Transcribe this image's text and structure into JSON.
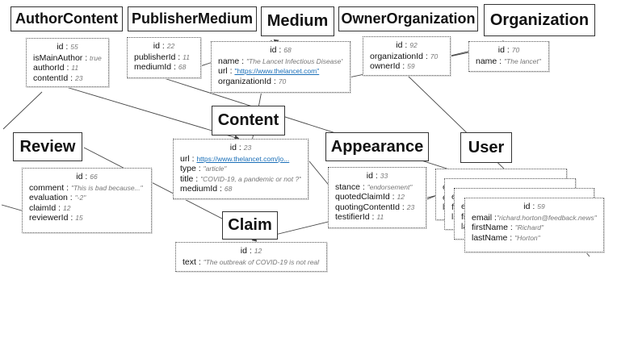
{
  "titles": {
    "author_content": "AuthorContent",
    "publisher_medium": "PublisherMedium",
    "medium": "Medium",
    "owner_organization": "OwnerOrganization",
    "organization": "Organization",
    "content": "Content",
    "review": "Review",
    "appearance": "Appearance",
    "user": "User",
    "claim": "Claim"
  },
  "author_content": {
    "id_key": "id",
    "id_val": "55",
    "is_main_author_key": "isMainAuthor",
    "is_main_author_val": "true",
    "author_id_key": "authorId",
    "author_id_val": "11",
    "content_id_key": "contentId",
    "content_id_val": "23"
  },
  "publisher_medium": {
    "id_key": "id",
    "id_val": "22",
    "publisher_id_key": "publisherId",
    "publisher_id_val": "11",
    "medium_id_key": "mediumId",
    "medium_id_val": "68"
  },
  "medium": {
    "id_key": "id",
    "id_val": "68",
    "name_key": "name",
    "name_val": "\"The Lancet Infectious Disease\"",
    "url_key": "url",
    "url_val": "\"https://www.thelancet.com\"",
    "organization_id_key": "organizationId",
    "organization_id_val": "70"
  },
  "owner_organization": {
    "id_key": "id",
    "id_val": "92",
    "organization_id_key": "organizationId",
    "organization_id_val": "70",
    "owner_id_key": "ownerId",
    "owner_id_val": "59"
  },
  "organization": {
    "id_key": "id",
    "id_val": "70",
    "name_key": "name",
    "name_val": "\"The lancet\""
  },
  "content": {
    "id_key": "id",
    "id_val": "23",
    "url_key": "url",
    "url_val": "https://www.thelancet.com/jo...",
    "type_key": "type",
    "type_val": "\"article\"",
    "title_key": "title",
    "title_val": "\"COVID-19, a pandemic or not ?\"",
    "medium_id_key": "mediumId",
    "medium_id_val": "68"
  },
  "review": {
    "id_key": "id",
    "id_val": "66",
    "comment_key": "comment",
    "comment_val": "\"This is bad because...\"",
    "evaluation_key": "evaluation",
    "evaluation_val": "\"-2\"",
    "claim_id_key": "claimId",
    "claim_id_val": "12",
    "reviewer_id_key": "reviewerId",
    "reviewer_id_val": "15"
  },
  "appearance": {
    "id_key": "id",
    "id_val": "33",
    "stance_key": "stance",
    "stance_val": "\"endorsement\"",
    "quoted_claim_id_key": "quotedClaimId",
    "quoted_claim_id_val": "12",
    "quoting_content_id_key": "quotingContentId",
    "quoting_content_id_val": "23",
    "testifier_id_key": "testifierId",
    "testifier_id_val": "11"
  },
  "user": {
    "id_key": "id",
    "id_val": "59",
    "email_key": "email",
    "email_val": "\"richard.horton@feedback.news\"",
    "first_name_key": "firstName",
    "first_name_val": "\"Richard\"",
    "last_name_key": "lastName",
    "last_name_val": "\"Horton\"",
    "ghost_letters": [
      "e",
      "e",
      "fi",
      "la",
      "e",
      "fi",
      "la"
    ]
  },
  "claim": {
    "id_key": "id",
    "id_val": "12",
    "text_key": "text",
    "text_val": "\"The outbreak of COVID-19 is not real\""
  }
}
